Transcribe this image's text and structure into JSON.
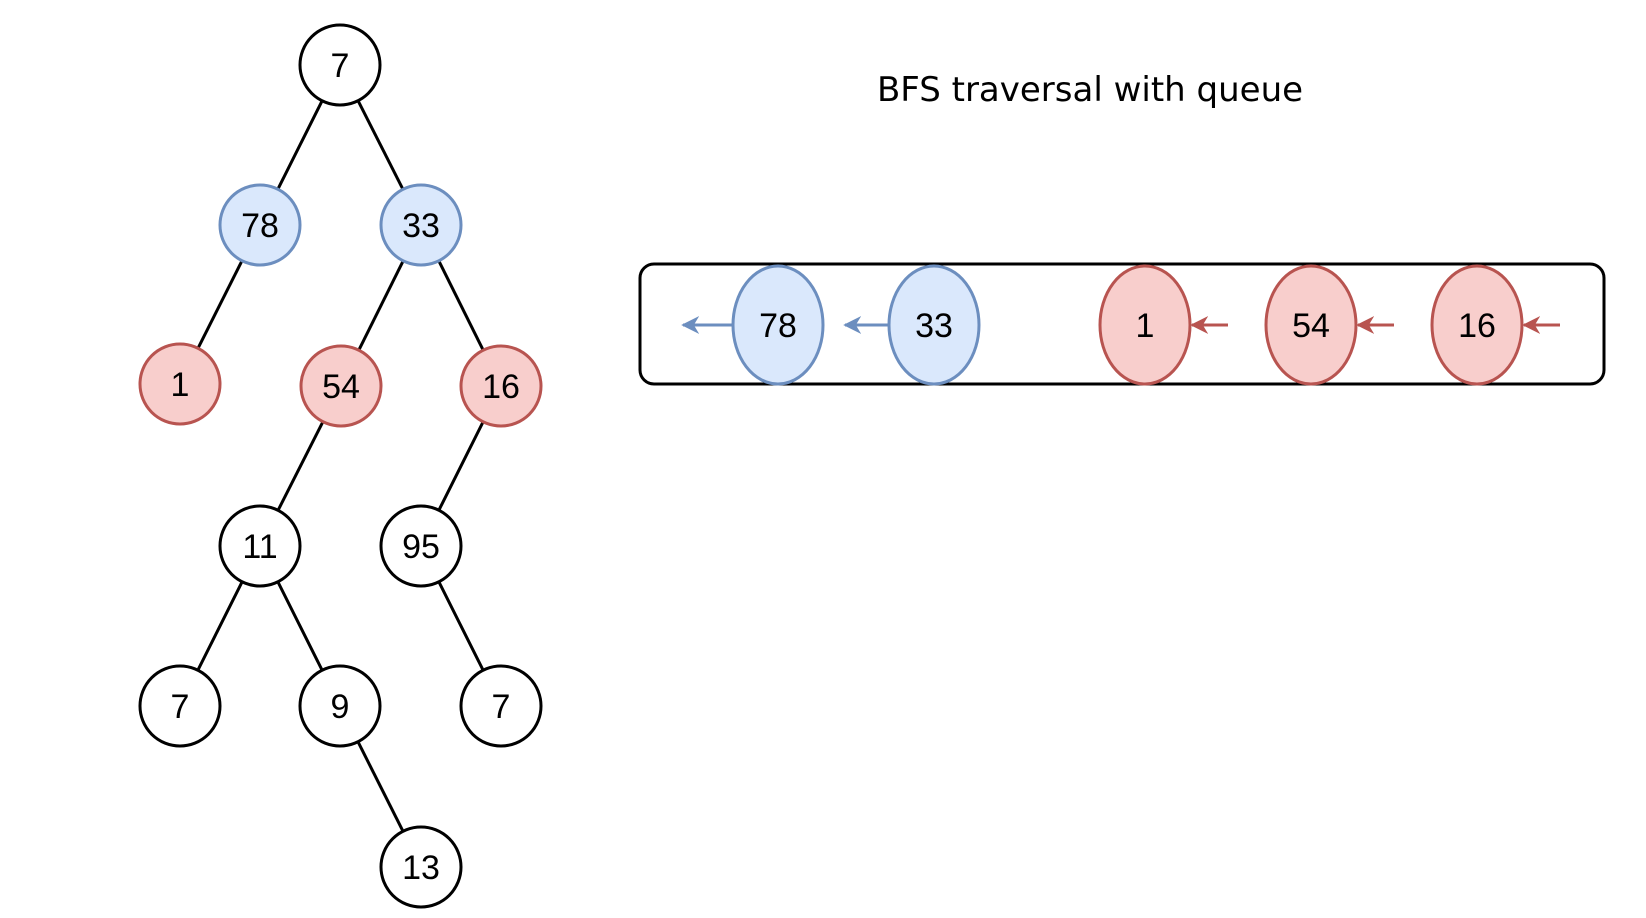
{
  "title": "BFS traversal with queue",
  "colors": {
    "plain_stroke": "#000000",
    "plain_fill": "#ffffff",
    "dequeued_stroke": "#6c8ebf",
    "dequeued_fill": "#dae8fc",
    "enqueued_stroke": "#b85450",
    "enqueued_fill": "#f8cecc"
  },
  "tree": {
    "nodes": [
      {
        "id": "n7",
        "label": "7",
        "state": "plain"
      },
      {
        "id": "n78",
        "label": "78",
        "state": "dequeued"
      },
      {
        "id": "n33",
        "label": "33",
        "state": "dequeued"
      },
      {
        "id": "n1",
        "label": "1",
        "state": "enqueued"
      },
      {
        "id": "n54",
        "label": "54",
        "state": "enqueued"
      },
      {
        "id": "n16",
        "label": "16",
        "state": "enqueued"
      },
      {
        "id": "n11",
        "label": "11",
        "state": "plain"
      },
      {
        "id": "n95",
        "label": "95",
        "state": "plain"
      },
      {
        "id": "n7a",
        "label": "7",
        "state": "plain"
      },
      {
        "id": "n9",
        "label": "9",
        "state": "plain"
      },
      {
        "id": "n7b",
        "label": "7",
        "state": "plain"
      },
      {
        "id": "n13",
        "label": "13",
        "state": "plain"
      }
    ],
    "edges": [
      [
        "n7",
        "n78"
      ],
      [
        "n7",
        "n33"
      ],
      [
        "n78",
        "n1"
      ],
      [
        "n33",
        "n54"
      ],
      [
        "n33",
        "n16"
      ],
      [
        "n54",
        "n11"
      ],
      [
        "n16",
        "n95"
      ],
      [
        "n11",
        "n7a"
      ],
      [
        "n11",
        "n9"
      ],
      [
        "n95",
        "n7b"
      ],
      [
        "n9",
        "n13"
      ]
    ]
  },
  "queue": {
    "items": [
      {
        "label": "78",
        "state": "dequeued"
      },
      {
        "label": "33",
        "state": "dequeued"
      },
      {
        "label": "1",
        "state": "enqueued"
      },
      {
        "label": "54",
        "state": "enqueued"
      },
      {
        "label": "16",
        "state": "enqueued"
      }
    ]
  }
}
